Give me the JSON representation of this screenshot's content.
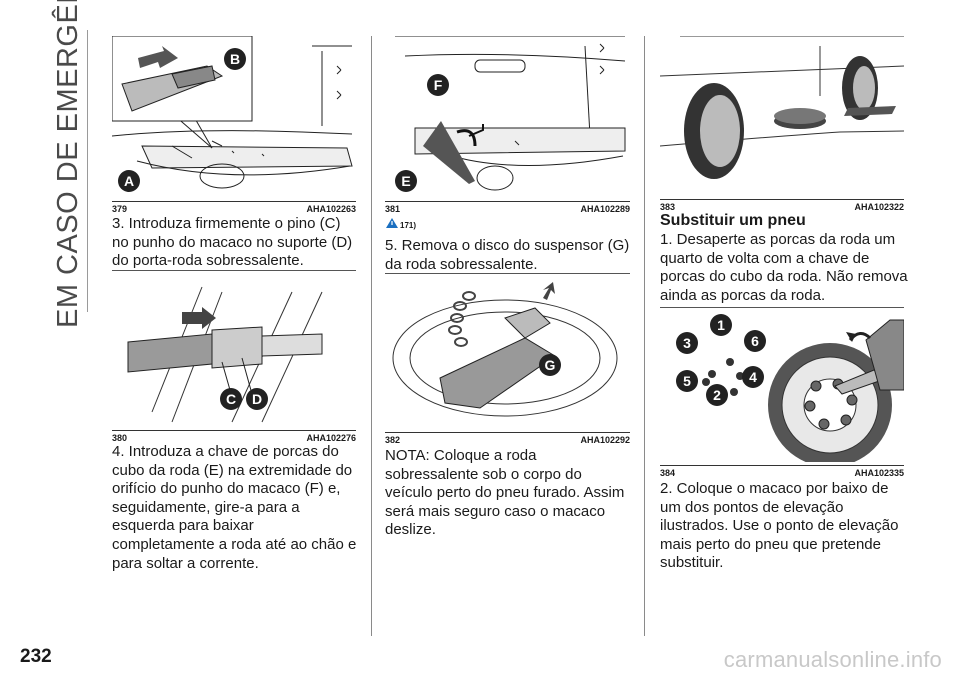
{
  "section_title": "EM CASO DE EMERGÊNCIA",
  "page_number": "232",
  "watermark": "carmanualsonline.info",
  "figures": [
    {
      "number": "379",
      "code": "AHA102263",
      "labels": [
        "B",
        "A"
      ]
    },
    {
      "number": "380",
      "code": "AHA102276",
      "labels": [
        "C",
        "D"
      ]
    },
    {
      "number": "381",
      "code": "AHA102289",
      "labels": [
        "F",
        "E"
      ]
    },
    {
      "number": "382",
      "code": "AHA102292",
      "labels": [
        "G"
      ]
    },
    {
      "number": "383",
      "code": "AHA102322",
      "labels": []
    },
    {
      "number": "384",
      "code": "AHA102335",
      "labels": [
        "1",
        "3",
        "6",
        "5",
        "4",
        "2"
      ]
    }
  ],
  "col1": {
    "para1": "3. Introduza firmemente o pino (C) no punho do macaco no suporte (D) do porta-roda sobressalente.",
    "para2": "4. Introduza a chave de porcas do cubo da roda (E) na extremidade do orifício do punho do macaco (F) e, seguidamente, gire-a para a esquerda para baixar completamente a roda até ao chão e para soltar a corrente."
  },
  "col2": {
    "warning_ref": "171)",
    "para1": "5. Remova o disco do suspensor (G) da roda sobressalente.",
    "para2": "NOTA: Coloque a roda sobressalente sob o corpo do veículo perto do pneu furado. Assim será mais seguro caso o macaco deslize."
  },
  "col3": {
    "heading": "Substituir um pneu",
    "para1": "1. Desaperte as porcas da roda um quarto de volta com a chave de porcas do cubo da roda. Não remova ainda as porcas da roda.",
    "para2": "2. Coloque o macaco por baixo de um dos pontos de elevação ilustrados. Use o ponto de elevação mais perto do pneu que pretende substituir."
  },
  "colors": {
    "text": "#1a1a1a",
    "rule": "#333333",
    "watermark": "#c8c8c8"
  }
}
